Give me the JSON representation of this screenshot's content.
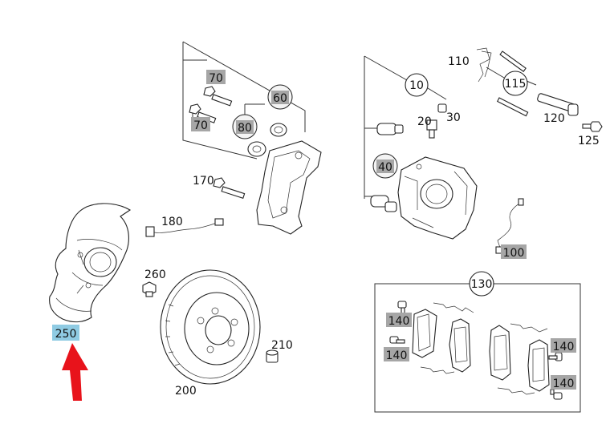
{
  "diagram": {
    "highlight_color": "#8fcbe3",
    "tag_color": "#a6a6a6",
    "arrow_color": "#e8131b",
    "callouts": {
      "c10": "10",
      "c20": "20",
      "c30": "30",
      "c40": "40",
      "c60": "60",
      "c70a": "70",
      "c70b": "70",
      "c80": "80",
      "c100": "100",
      "c110": "110",
      "c115": "115",
      "c120": "120",
      "c125": "125",
      "c130": "130",
      "c140a": "140",
      "c140b": "140",
      "c140c": "140",
      "c140d": "140",
      "c170": "170",
      "c180": "180",
      "c200": "200",
      "c210": "210",
      "c250": "250",
      "c260": "260"
    },
    "highlighted_part": "250"
  }
}
